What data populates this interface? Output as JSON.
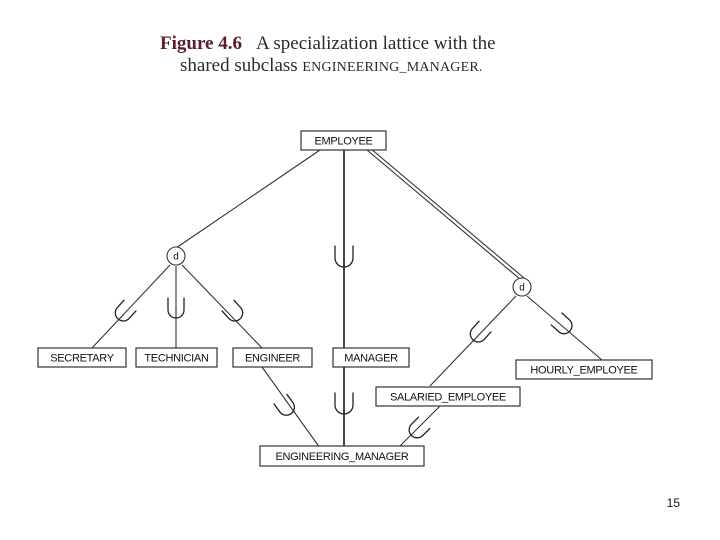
{
  "caption": {
    "figure_number": "Figure 4.6",
    "line1_text": "A specialization lattice with the",
    "line2_text": "shared subclass",
    "line2_class": "ENGINEERING_MANAGER."
  },
  "entities": {
    "employee": "EMPLOYEE",
    "secretary": "SECRETARY",
    "technician": "TECHNICIAN",
    "engineer": "ENGINEER",
    "manager": "MANAGER",
    "hourly_employee": "HOURLY_EMPLOYEE",
    "salaried_employee": "SALARIED_EMPLOYEE",
    "engineering_manager": "ENGINEERING_MANAGER"
  },
  "disjoint_nodes": {
    "job_type": "d",
    "pay_method": "d"
  },
  "page_number": "15"
}
